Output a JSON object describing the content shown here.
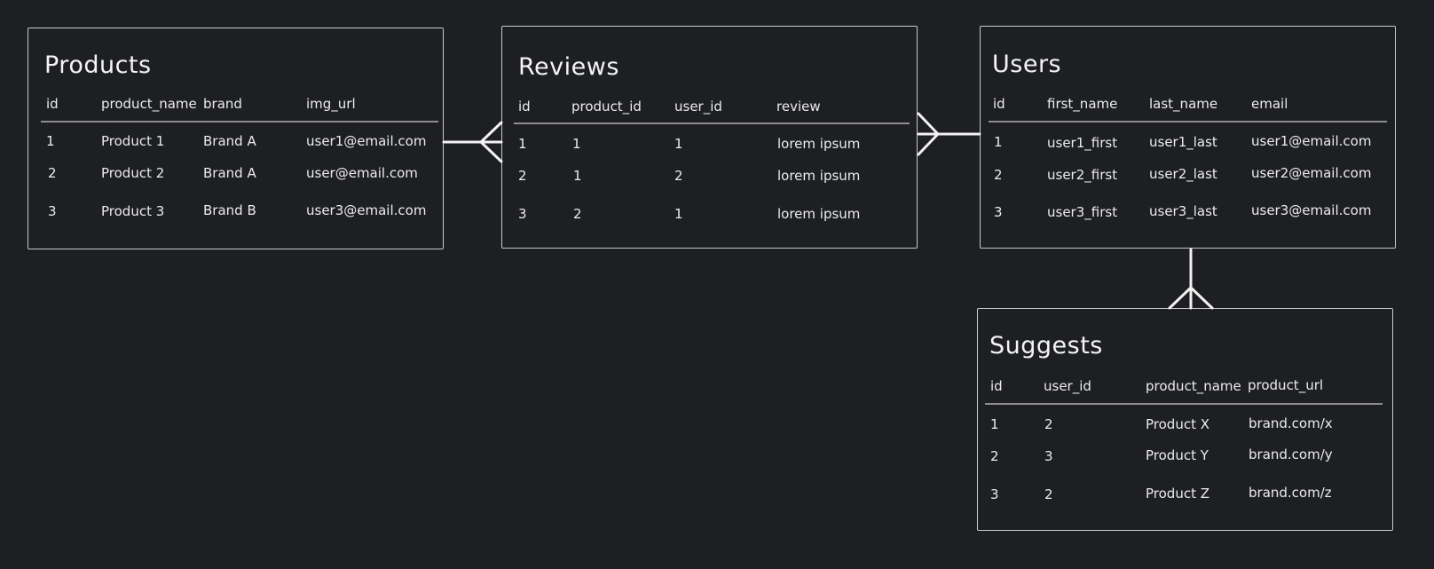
{
  "tables": [
    {
      "key": "products",
      "title": "Products",
      "columns": [
        "id",
        "product_name",
        "brand",
        "img_url"
      ],
      "rows": [
        [
          "1",
          "Product 1",
          "Brand A",
          "user1@email.com"
        ],
        [
          "2",
          "Product 2",
          "Brand A",
          "user@email.com"
        ],
        [
          "3",
          "Product 3",
          "Brand B",
          "user3@email.com"
        ]
      ]
    },
    {
      "key": "reviews",
      "title": "Reviews",
      "columns": [
        "id",
        "product_id",
        "user_id",
        "review"
      ],
      "rows": [
        [
          "1",
          "1",
          "1",
          "lorem ipsum"
        ],
        [
          "2",
          "1",
          "2",
          "lorem ipsum"
        ],
        [
          "3",
          "2",
          "1",
          "lorem ipsum"
        ]
      ]
    },
    {
      "key": "users",
      "title": "Users",
      "columns": [
        "id",
        "first_name",
        "last_name",
        "email"
      ],
      "rows": [
        [
          "1",
          "user1_first",
          "user1_last",
          "user1@email.com"
        ],
        [
          "2",
          "user2_first",
          "user2_last",
          "user2@email.com"
        ],
        [
          "3",
          "user3_first",
          "user3_last",
          "user3@email.com"
        ]
      ]
    },
    {
      "key": "suggests",
      "title": "Suggests",
      "columns": [
        "id",
        "user_id",
        "product_name",
        "product_url"
      ],
      "rows": [
        [
          "1",
          "2",
          "Product X",
          "brand.com/x"
        ],
        [
          "2",
          "3",
          "Product Y",
          "brand.com/y"
        ],
        [
          "3",
          "2",
          "Product Z",
          "brand.com/z"
        ]
      ]
    }
  ],
  "relationships": [
    {
      "from": "products",
      "to": "reviews",
      "type": "one-to-many"
    },
    {
      "from": "users",
      "to": "reviews",
      "type": "one-to-many"
    },
    {
      "from": "users",
      "to": "suggests",
      "type": "one-to-many"
    }
  ],
  "colors": {
    "background": "#1e1f22",
    "border": "#c9c9c9",
    "text": "#f2f2f2",
    "rule": "#8d8d8d"
  }
}
